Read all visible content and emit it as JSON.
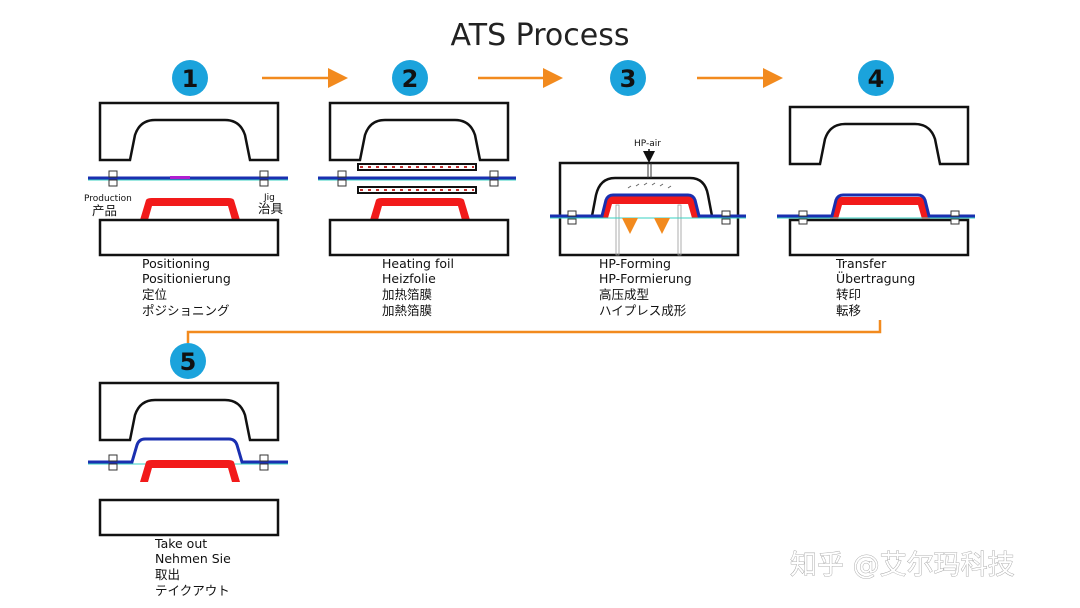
{
  "title": "ATS Process",
  "colors": {
    "step_circle": "#1ba3dc",
    "arrow": "#f28a1e",
    "product": "#f21a1a",
    "foil": "#1a2fb0"
  },
  "steps": [
    {
      "number": "1",
      "captions": [
        "Positioning",
        "Positionierung",
        "定位",
        "ポジショニング"
      ],
      "labels": {
        "production": "Production",
        "production_cn": "产品",
        "jig": "Jig",
        "jig_cn": "治具"
      }
    },
    {
      "number": "2",
      "captions": [
        "Heating foil",
        "Heizfolie",
        "加热箔膜",
        "加熱箔膜"
      ]
    },
    {
      "number": "3",
      "captions": [
        "HP-Forming",
        "HP-Formierung",
        "高压成型",
        "ハイプレス成形"
      ],
      "labels": {
        "air": "HP-air"
      }
    },
    {
      "number": "4",
      "captions": [
        "Transfer",
        "Übertragung",
        "转印",
        "転移"
      ]
    },
    {
      "number": "5",
      "captions": [
        "Take out",
        "Nehmen Sie",
        "取出",
        "テイクアウト"
      ]
    }
  ],
  "watermark": "知乎 @艾尔玛科技"
}
